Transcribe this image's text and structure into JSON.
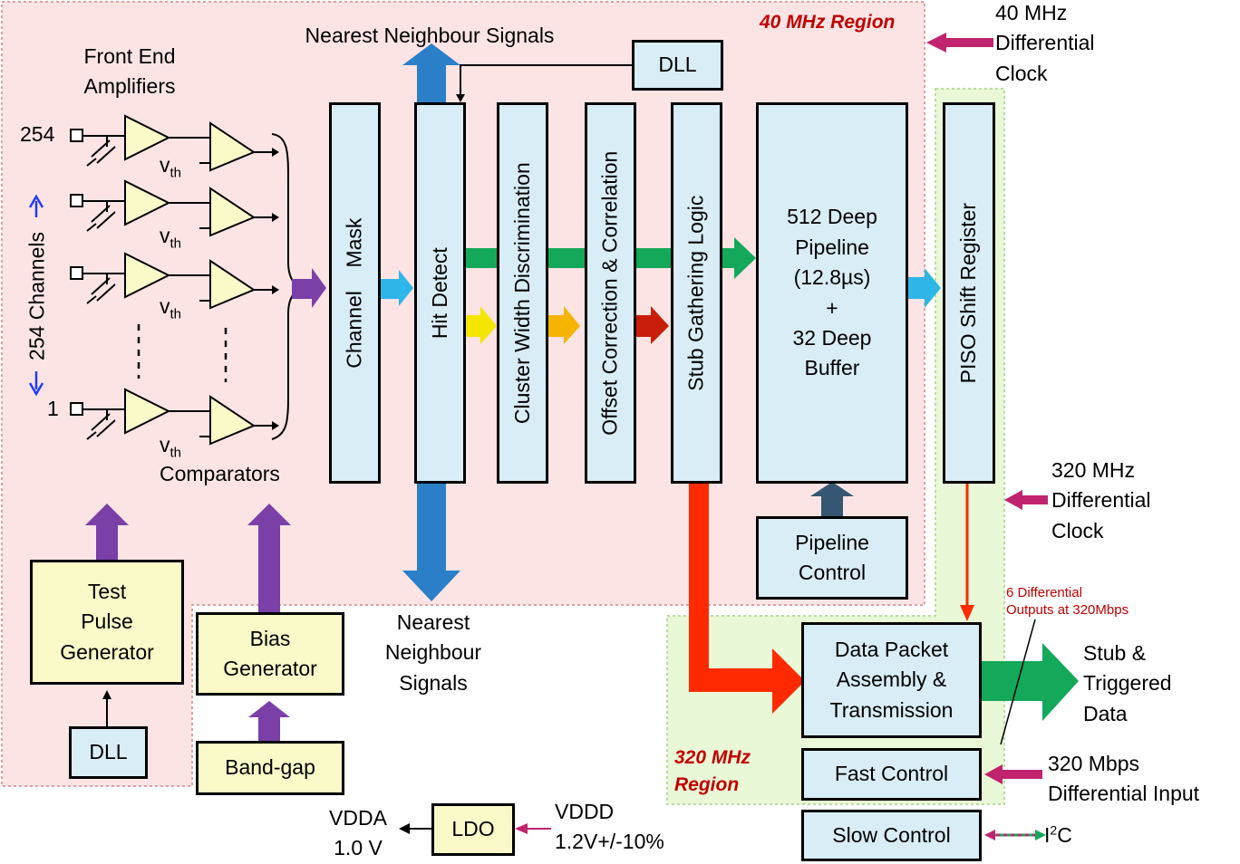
{
  "regions": {
    "mhz40": "40 MHz Region",
    "mhz320": "320 MHz Region"
  },
  "front_end": {
    "title": "Front End Amplifiers",
    "channel_top": "254",
    "channel_bottom": "1",
    "channels_label": "254 Channels",
    "vth": "v",
    "vth_sub": "th",
    "comparators": "Comparators"
  },
  "blocks": {
    "channel_mask": [
      "Channel",
      "Mask"
    ],
    "hit_detect": "Hit Detect",
    "cluster": "Cluster Width Discrimination",
    "offset": "Offset Correction & Correlation",
    "stub": "Stub Gathering Logic",
    "pipeline": [
      "512 Deep",
      "Pipeline",
      "(12.8µs)",
      "+",
      "32 Deep",
      "Buffer"
    ],
    "piso": "PISO Shift Register",
    "dll_top": "DLL",
    "dll_bottom": "DLL",
    "pipeline_control": [
      "Pipeline",
      "Control"
    ],
    "test_pulse": [
      "Test",
      "Pulse",
      "Generator"
    ],
    "bias": [
      "Bias",
      "Generator"
    ],
    "bandgap": "Band-gap",
    "data_packet": [
      "Data Packet",
      "Assembly &",
      "Transmission"
    ],
    "fast_control": "Fast Control",
    "slow_control": "Slow Control",
    "ldo": "LDO"
  },
  "labels": {
    "nn_top": "Nearest Neighbour Signals",
    "nn_bottom": [
      "Nearest",
      "Neighbour",
      "Signals"
    ],
    "clk40": [
      "40 MHz",
      "Differential",
      "Clock"
    ],
    "clk320": [
      "320 MHz",
      "Differential",
      "Clock"
    ],
    "outputs": [
      "6 Differential",
      "Outputs at 320Mbps"
    ],
    "stub_out": [
      "Stub &",
      "Triggered",
      "Data"
    ],
    "fast_in": [
      "320 Mbps",
      "Differential Input"
    ],
    "i2c": "I",
    "i2c_sup": "2",
    "i2c_tail": "C",
    "vdda": [
      "VDDA",
      "1.0 V"
    ],
    "vddd": [
      "VDDD",
      "1.2V+/-10%"
    ]
  },
  "colors": {
    "region40": "#fde4e4",
    "region320": "#e9f8d6",
    "purple": "#7b3fa8",
    "cyan": "#2eb6e8",
    "green": "#13a85a",
    "yellow": "#f5e600",
    "orange": "#f5b400",
    "darkred": "#c81e0a",
    "red": "#ff2a00",
    "blue": "#2a7fc8",
    "slate": "#345872",
    "magenta": "#c0246e"
  }
}
